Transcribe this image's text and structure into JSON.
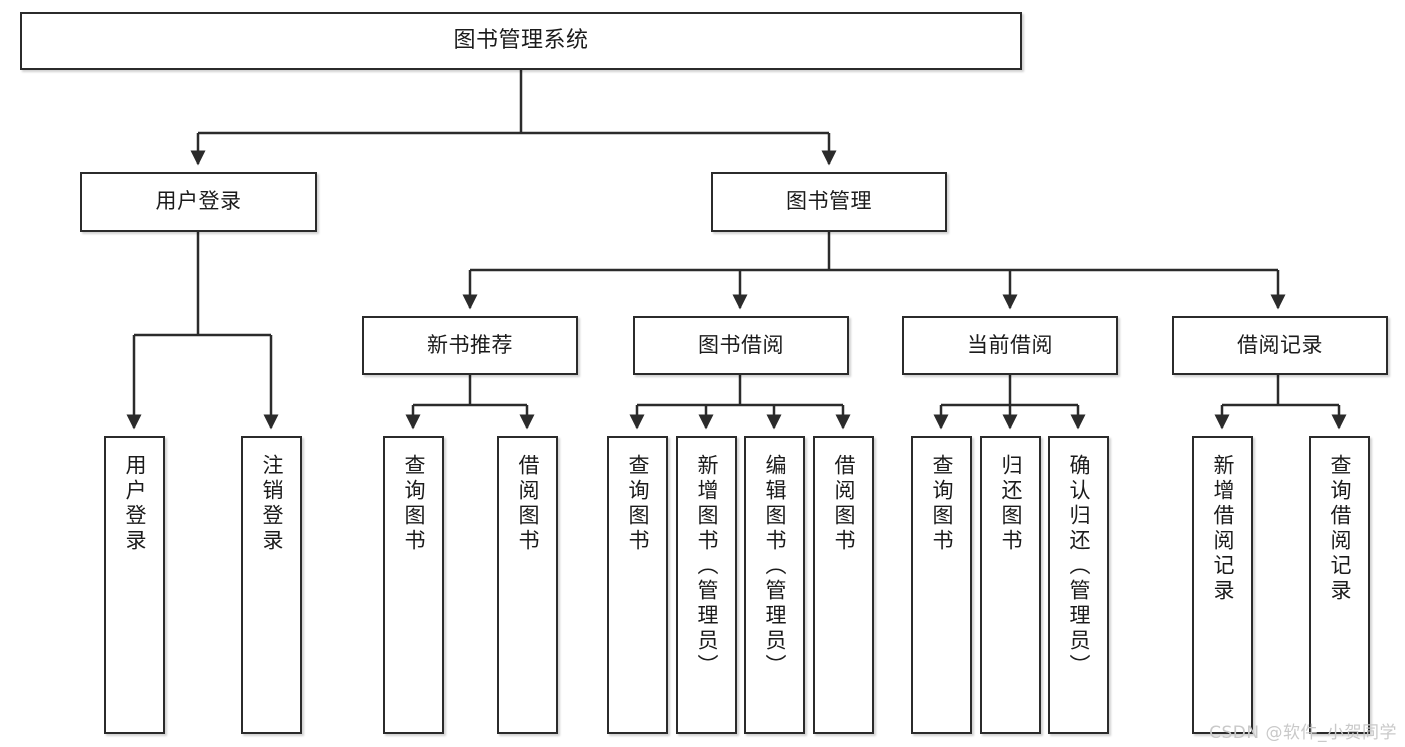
{
  "diagram": {
    "title": "图书管理系统",
    "type": "tree-hierarchy",
    "orientation": "top-down",
    "watermark": "CSDN @软件_小贺同学",
    "colors": {
      "background": "#ffffff",
      "box_border": "#2b2b2b",
      "box_fill": "#ffffff",
      "edge": "#2b2b2b",
      "text": "#1b1b1b",
      "watermark": "#c9c9c9"
    },
    "nodes": {
      "root": {
        "label": "图书管理系统"
      },
      "level2": [
        {
          "label": "用户登录"
        },
        {
          "label": "图书管理"
        }
      ],
      "level3": [
        {
          "label": "新书推荐"
        },
        {
          "label": "图书借阅"
        },
        {
          "label": "当前借阅"
        },
        {
          "label": "借阅记录"
        }
      ],
      "leaves_user_login": [
        {
          "label": "用户登录"
        },
        {
          "label": "注销登录"
        }
      ],
      "leaves_new_book": [
        {
          "label": "查询图书"
        },
        {
          "label": "借阅图书"
        }
      ],
      "leaves_borrow": [
        {
          "label": "查询图书"
        },
        {
          "label": "新增图书（管理员）"
        },
        {
          "label": "编辑图书（管理员）"
        },
        {
          "label": "借阅图书"
        }
      ],
      "leaves_current": [
        {
          "label": "查询图书"
        },
        {
          "label": "归还图书"
        },
        {
          "label": "确认归还（管理员）"
        }
      ],
      "leaves_record": [
        {
          "label": "新增借阅记录"
        },
        {
          "label": "查询借阅记录"
        }
      ]
    }
  }
}
